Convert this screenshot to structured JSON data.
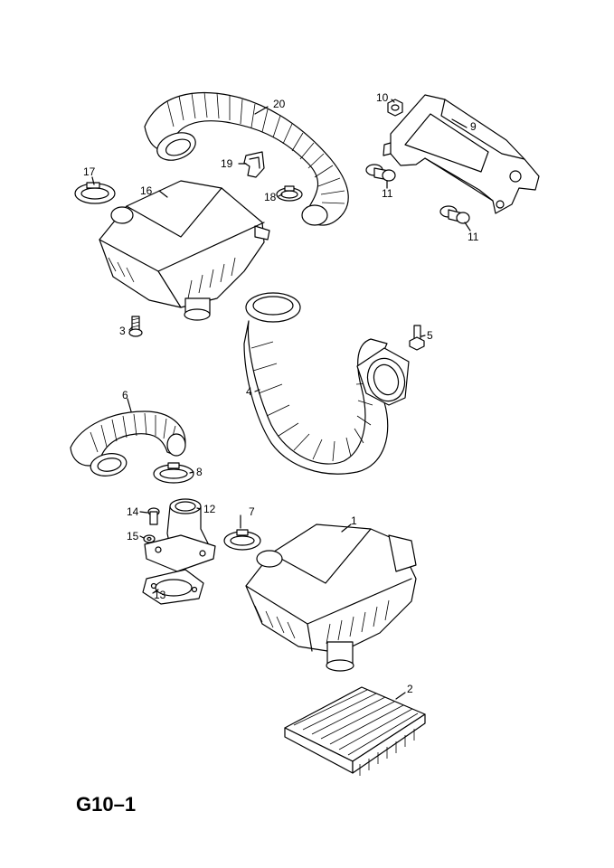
{
  "diagram": {
    "code": "G10–1",
    "callouts": [
      {
        "id": "c1",
        "text": "1"
      },
      {
        "id": "c2",
        "text": "2"
      },
      {
        "id": "c3",
        "text": "3"
      },
      {
        "id": "c4",
        "text": "4"
      },
      {
        "id": "c5",
        "text": "5"
      },
      {
        "id": "c6",
        "text": "6"
      },
      {
        "id": "c7",
        "text": "7"
      },
      {
        "id": "c8",
        "text": "8"
      },
      {
        "id": "c9",
        "text": "9"
      },
      {
        "id": "c10",
        "text": "10"
      },
      {
        "id": "c11a",
        "text": "11"
      },
      {
        "id": "c11b",
        "text": "11"
      },
      {
        "id": "c12",
        "text": "12"
      },
      {
        "id": "c13",
        "text": "13"
      },
      {
        "id": "c14",
        "text": "14"
      },
      {
        "id": "c15",
        "text": "15"
      },
      {
        "id": "c16",
        "text": "16"
      },
      {
        "id": "c17",
        "text": "17"
      },
      {
        "id": "c18",
        "text": "18"
      },
      {
        "id": "c19",
        "text": "19"
      },
      {
        "id": "c20",
        "text": "20"
      }
    ]
  }
}
